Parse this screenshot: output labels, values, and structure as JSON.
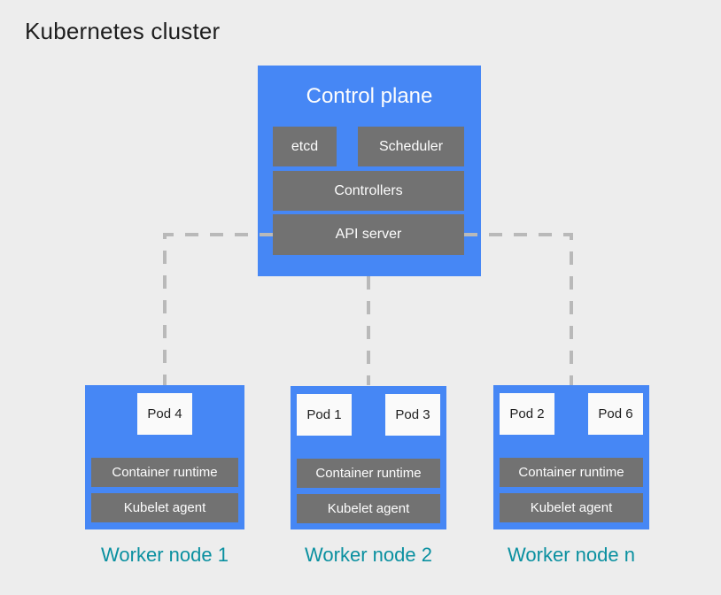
{
  "title": "Kubernetes cluster",
  "colors": {
    "background": "#ededed",
    "node_blue": "#4687f5",
    "box_gray": "#727272",
    "pod_bg": "#fafafa",
    "connector": "#b9b9b9",
    "label_teal": "#0a90a0",
    "title_text": "#1e1e1e",
    "box_text": "#fdfdfd",
    "pod_text": "#1f1f1f"
  },
  "control_plane": {
    "title": "Control plane",
    "components": {
      "etcd": "etcd",
      "scheduler": "Scheduler",
      "controllers": "Controllers",
      "api_server": "API server"
    }
  },
  "worker_nodes": [
    {
      "label": "Worker node 1",
      "pods": [
        "Pod 4"
      ],
      "runtime": "Container runtime",
      "agent": "Kubelet agent"
    },
    {
      "label": "Worker node 2",
      "pods": [
        "Pod 1",
        "Pod 3"
      ],
      "runtime": "Container runtime",
      "agent": "Kubelet agent"
    },
    {
      "label": "Worker node n",
      "pods": [
        "Pod 2",
        "Pod 6"
      ],
      "runtime": "Container runtime",
      "agent": "Kubelet agent"
    }
  ]
}
